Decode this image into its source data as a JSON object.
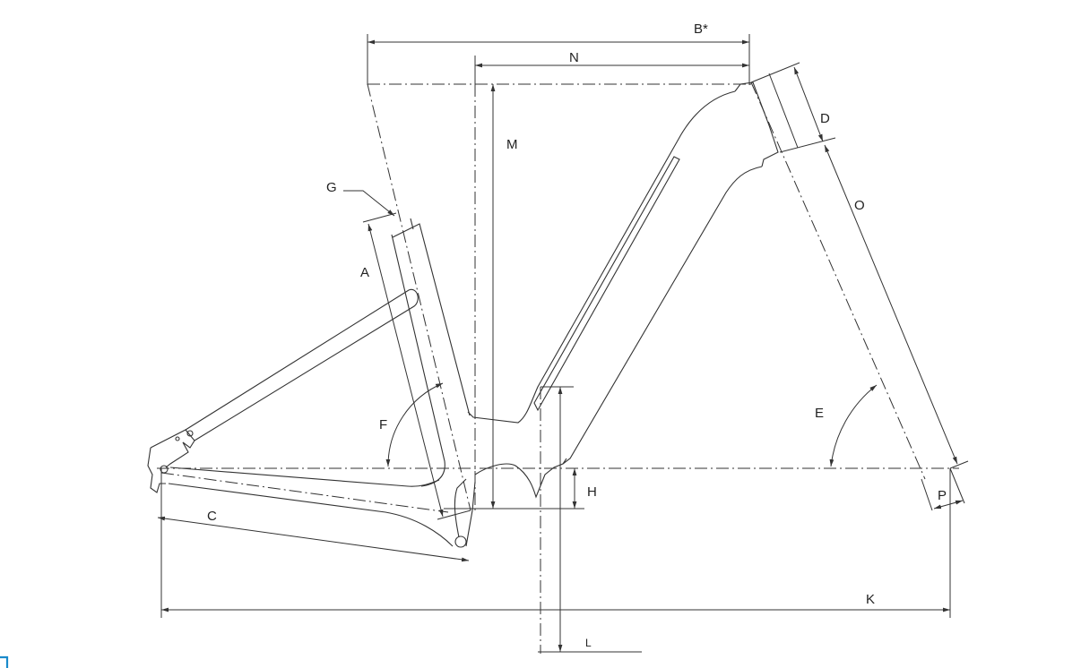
{
  "diagram": {
    "title": "Bicycle frame geometry",
    "labels": {
      "A": "A",
      "B": "B*",
      "C": "C",
      "D": "D",
      "E": "E",
      "F": "F",
      "G": "G",
      "H": "H",
      "K": "K",
      "L": "L",
      "M": "M",
      "N": "N",
      "O": "O",
      "P": "P"
    },
    "colors": {
      "line": "#333333",
      "corner_mark": "#1a8acb"
    }
  }
}
